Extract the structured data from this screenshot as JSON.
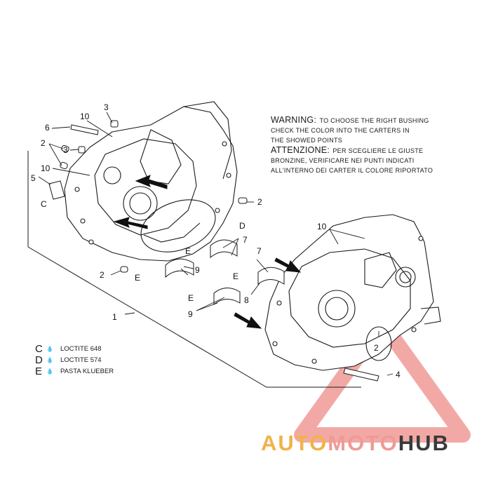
{
  "warning": {
    "line1_big": "WARNING:",
    "line1_small": "TO CHOOSE THE RIGHT BUSHING",
    "line2": "CHECK THE COLOR INTO THE CARTERS IN",
    "line3": "THE SHOWED POINTS",
    "line4_big": "ATTENZIONE:",
    "line4_small": "PER SCEGLIERE LE GIUSTE",
    "line5": "BRONZINE, VERIFICARE NEI PUNTI INDICATI",
    "line6": "ALL'INTERNO DEI CARTER IL COLORE RIPORTATO"
  },
  "legend": [
    {
      "code": "C",
      "label": "LOCTITE 648"
    },
    {
      "code": "D",
      "label": "LOCTITE 574"
    },
    {
      "code": "E",
      "label": "PASTA KLUEBER"
    }
  ],
  "callouts": {
    "n1": "1",
    "n2a": "2",
    "n2b": "2",
    "n2c": "2",
    "n2d": "2",
    "n3a": "3",
    "n3b": "3",
    "n4": "4",
    "n5": "5",
    "n6": "6",
    "n7a": "7",
    "n7b": "7",
    "n8": "8",
    "n9a": "9",
    "n9b": "9",
    "n10a": "10",
    "n10b": "10",
    "n10c": "10",
    "c": "C",
    "d": "D",
    "ea": "E",
    "eb": "E",
    "ec": "E",
    "ed": "E"
  },
  "logo": {
    "part1": "AUTO",
    "part2": "MOTO",
    "part3": "HUB"
  },
  "colors": {
    "line": "#1a1a1a",
    "watermark_red": "#e8625c",
    "logo_orange": "#f1b24a",
    "logo_pink": "#ef9a96",
    "logo_dark": "#3a3a3a"
  }
}
